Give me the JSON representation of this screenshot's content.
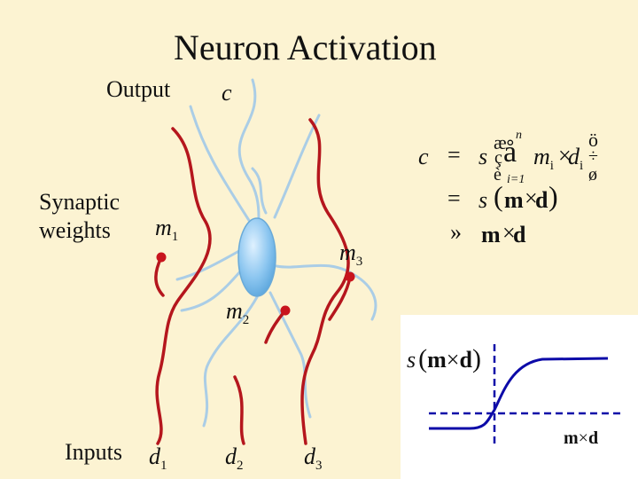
{
  "title": "Neuron Activation",
  "labels": {
    "output": "Output",
    "c_output": "c",
    "synaptic": [
      "Synaptic",
      "weights"
    ],
    "inputs": "Inputs"
  },
  "weights": {
    "m1": {
      "base": "m",
      "sub": "1"
    },
    "m2": {
      "base": "m",
      "sub": "2"
    },
    "m3": {
      "base": "m",
      "sub": "3"
    }
  },
  "inputs_d": [
    {
      "base": "d",
      "sub": "1"
    },
    {
      "base": "d",
      "sub": "2"
    },
    {
      "base": "d",
      "sub": "3"
    }
  ],
  "equation": {
    "lhs": "c",
    "eq1": "=",
    "s1": "s",
    "glyph_ae": "æ",
    "glyph_o_top": "ö",
    "sup_n": "n",
    "glyph_c": "ç",
    "glyph_a": "å",
    "m_i": "m",
    "i1": "i",
    "times1": "×",
    "d_i": "d",
    "i2": "i",
    "glyph_div": "÷",
    "glyph_e": "è",
    "lower_limit": "i=1",
    "glyph_o_bot": "ø",
    "eq2": "=",
    "s2": "s",
    "paren_open": "(",
    "m2": "m",
    "times2": "×",
    "d2": "d",
    "paren_close": ")",
    "approx": "»",
    "m3": "m",
    "times3": "×",
    "d3": "d"
  },
  "plot": {
    "ylabel_s": "s",
    "ylabel_paren_open": "(",
    "ylabel_m": "m",
    "ylabel_times": "×",
    "ylabel_d": "d",
    "ylabel_paren_close": ")",
    "xlabel_m": "m",
    "xlabel_times": "×",
    "xlabel_d": "d"
  },
  "colors": {
    "background": "#fcf3d2",
    "dendrite": "#aacde6",
    "axon": "#b5161d",
    "soma": "#8cc6f0",
    "synapse_dot": "#c8141d",
    "sigmoid": "#0c0aa8",
    "dash": "#0c0aa8"
  }
}
